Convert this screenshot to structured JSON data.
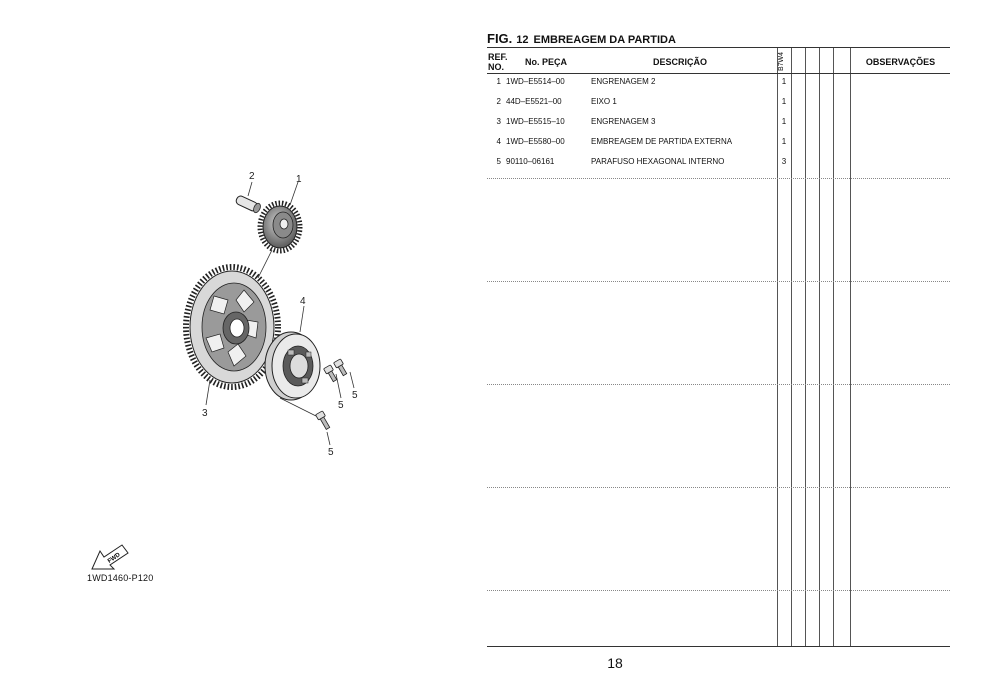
{
  "figure": {
    "label": "FIG.",
    "number": "12",
    "title": "EMBREAGEM DA PARTIDA",
    "code": "1WD1460-P120",
    "fwd_label": "FWD"
  },
  "callouts": [
    "2",
    "1",
    "4",
    "3",
    "5",
    "5",
    "5"
  ],
  "table": {
    "headers": {
      "ref_line1": "REF.",
      "ref_line2": "NO.",
      "part_no": "No. PEÇA",
      "description": "DESCRIÇÃO",
      "model": "B7W4",
      "observations": "OBSERVAÇÕES"
    },
    "rows": [
      {
        "ref": "1",
        "part": "1WD–E5514–00",
        "desc": "ENGRENAGEM 2",
        "qty": "1"
      },
      {
        "ref": "2",
        "part": "44D–E5521–00",
        "desc": "EIXO 1",
        "qty": "1"
      },
      {
        "ref": "3",
        "part": "1WD–E5515–10",
        "desc": "ENGRENAGEM 3",
        "qty": "1"
      },
      {
        "ref": "4",
        "part": "1WD–E5580–00",
        "desc": "EMBREAGEM DE PARTIDA EXTERNA",
        "qty": "1"
      },
      {
        "ref": "5",
        "part": "90110–06161",
        "desc": "PARAFUSO HEXAGONAL INTERNO",
        "qty": "3"
      }
    ]
  },
  "page_number": "18"
}
